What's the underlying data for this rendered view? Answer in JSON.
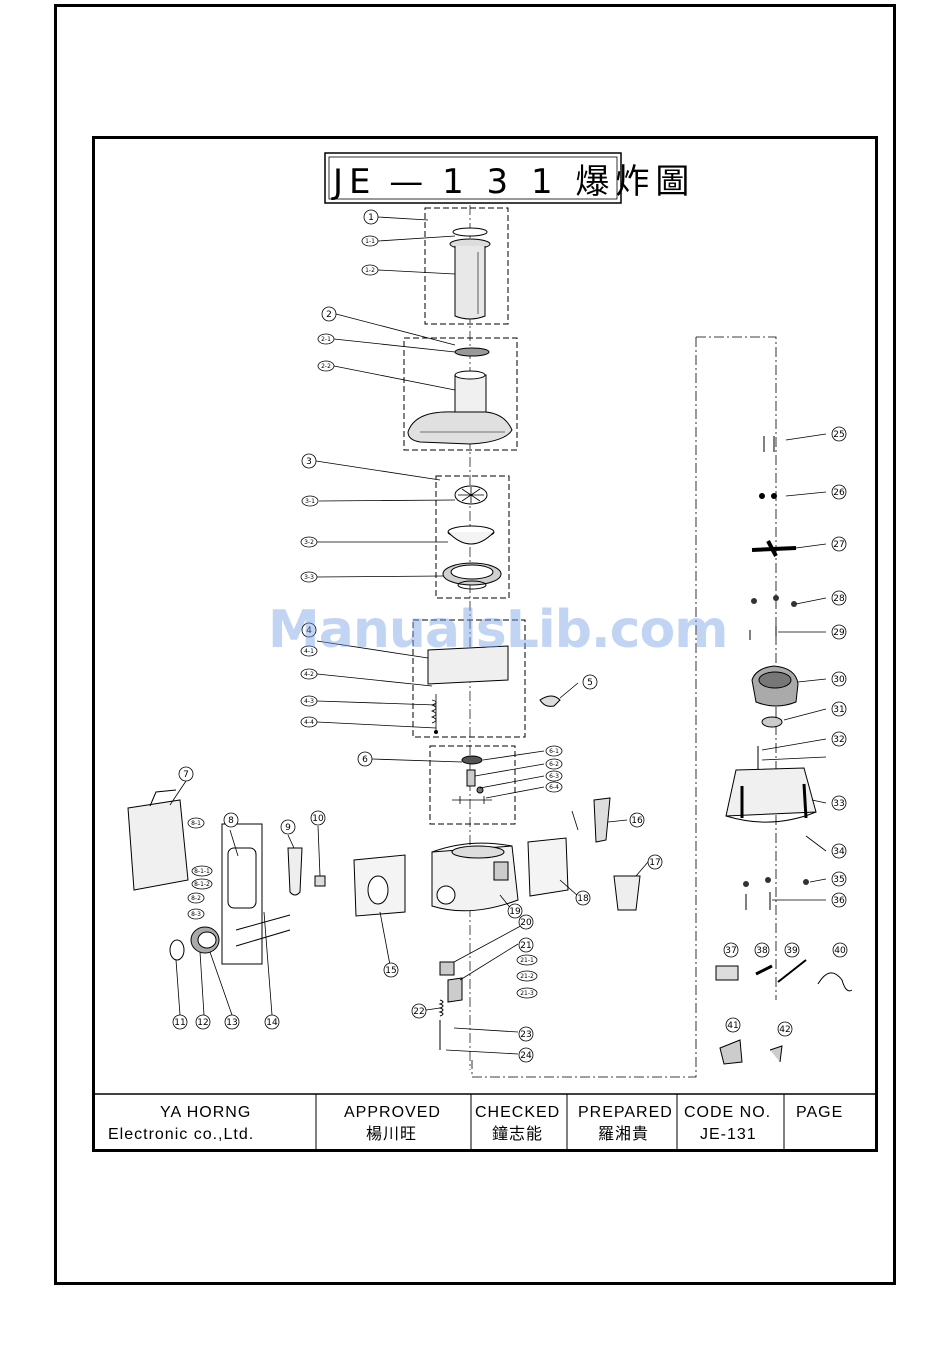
{
  "title": "JE — 1 3 1 爆炸圖",
  "watermark": "ManualsLib.com",
  "title_block": {
    "company_line1": "YA HORNG",
    "company_line2": "Electronic co.,Ltd.",
    "approved_label": "APPROVED",
    "approved_name": "楊川旺",
    "checked_label": "CHECKED",
    "checked_name": "鐘志能",
    "prepared_label": "PREPARED",
    "prepared_name": "羅湘貴",
    "code_label": "CODE NO.",
    "code_value": "JE-131",
    "page_label": "PAGE"
  },
  "part_numbers": [
    "1",
    "1-1",
    "1-2",
    "2",
    "2-1",
    "2-2",
    "3",
    "3-1",
    "3-2",
    "3-3",
    "4",
    "4-1",
    "4-2",
    "4-3",
    "4-4",
    "5",
    "6",
    "6-1",
    "6-2",
    "6-3",
    "6-4",
    "7",
    "8",
    "8-1",
    "8-1-1",
    "8-1-2",
    "8-2",
    "8-3",
    "9",
    "10",
    "11",
    "12",
    "13",
    "14",
    "15",
    "16",
    "17",
    "18",
    "19",
    "20",
    "21",
    "21-1",
    "21-2",
    "21-3",
    "22",
    "23",
    "24",
    "25",
    "26",
    "27",
    "28",
    "29",
    "30",
    "31",
    "32",
    "33",
    "34",
    "35",
    "36",
    "37",
    "38",
    "39",
    "40",
    "41",
    "42"
  ],
  "line_color": "#000000",
  "watermark_color": "#7aa0e6"
}
